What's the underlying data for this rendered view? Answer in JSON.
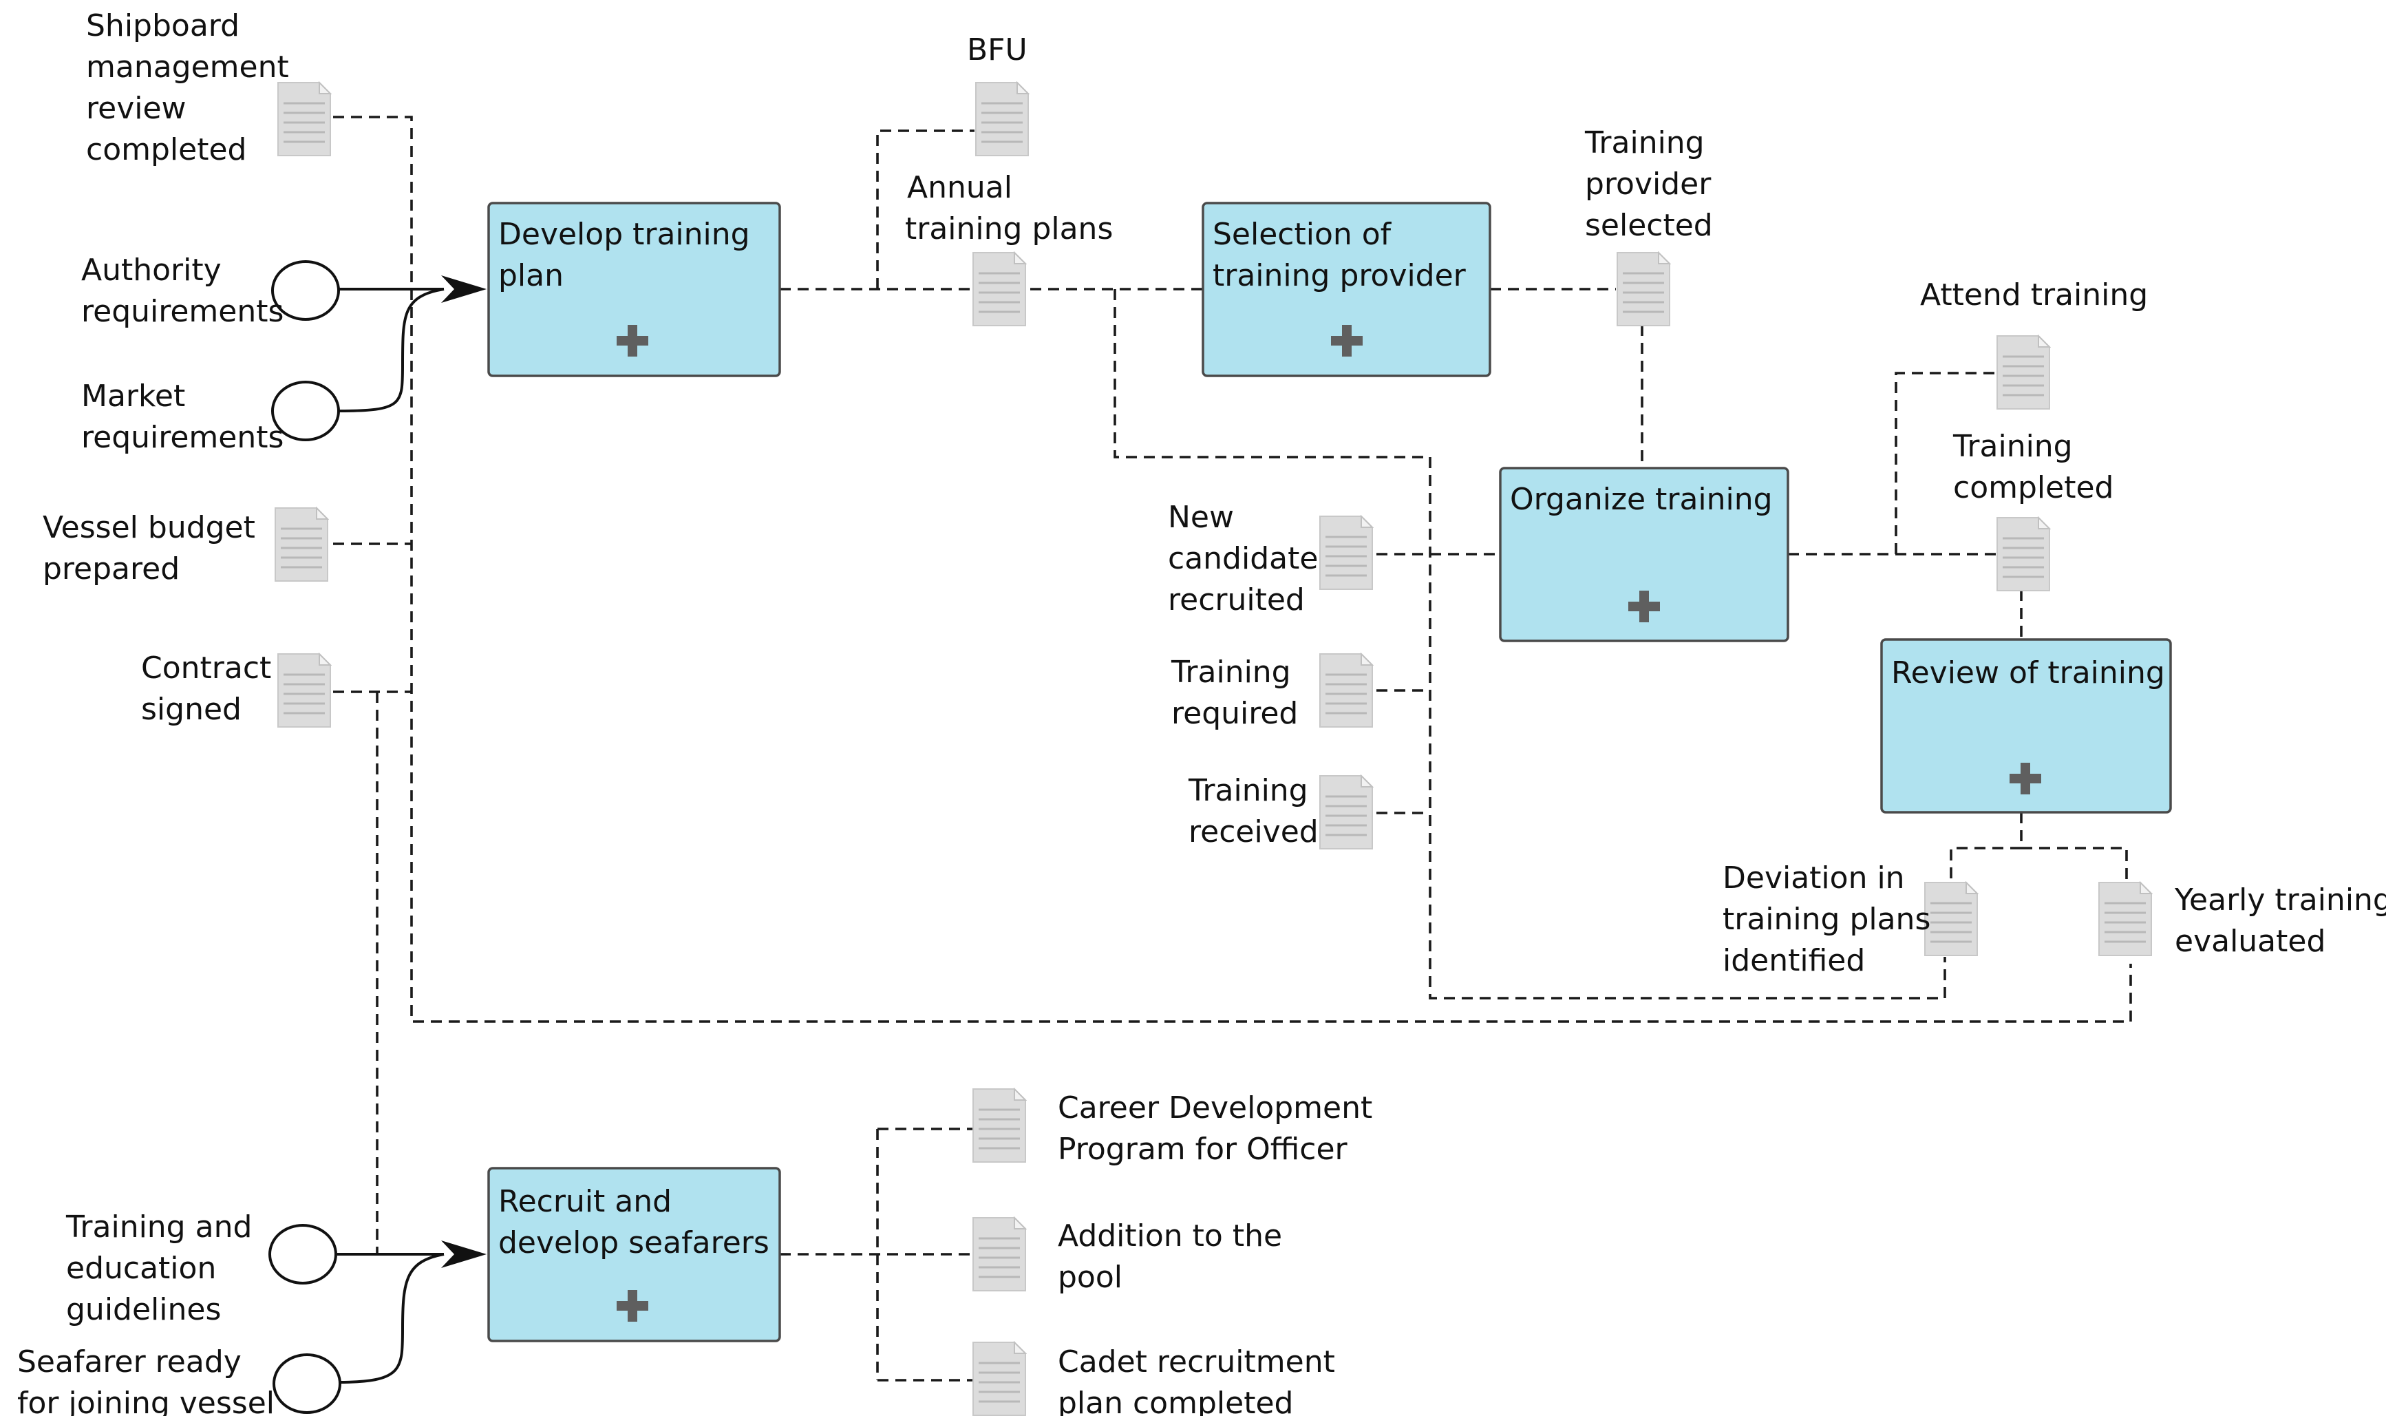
{
  "processes": {
    "develop": "Develop training plan",
    "selection": "Selection of training provider",
    "organize": "Organize training",
    "review": "Review of training",
    "recruit": "Recruit and develop seafarers"
  },
  "events": {
    "authority": "Authority requirements",
    "market": "Market requirements",
    "training_guidelines": "Training and education guidelines",
    "seafarer_ready": "Seafarer ready for joining vessel"
  },
  "documents": {
    "shipboard": "Shipboard management review completed",
    "vessel_budget": "Vessel budget prepared",
    "contract": "Contract signed",
    "bfu": "BFU",
    "annual": "Annual training plans",
    "provider_selected": "Training provider selected",
    "attend": "Attend training",
    "completed": "Training completed",
    "new_candidate": "New candidate recruited",
    "required": "Training required",
    "received": "Training received",
    "deviation": "Deviation in training plans identified",
    "yearly": "Yearly training evaluated",
    "career": "Career Development Program for Officer",
    "pool": "Addition to the pool",
    "cadet": "Cadet recruitment plan completed"
  }
}
